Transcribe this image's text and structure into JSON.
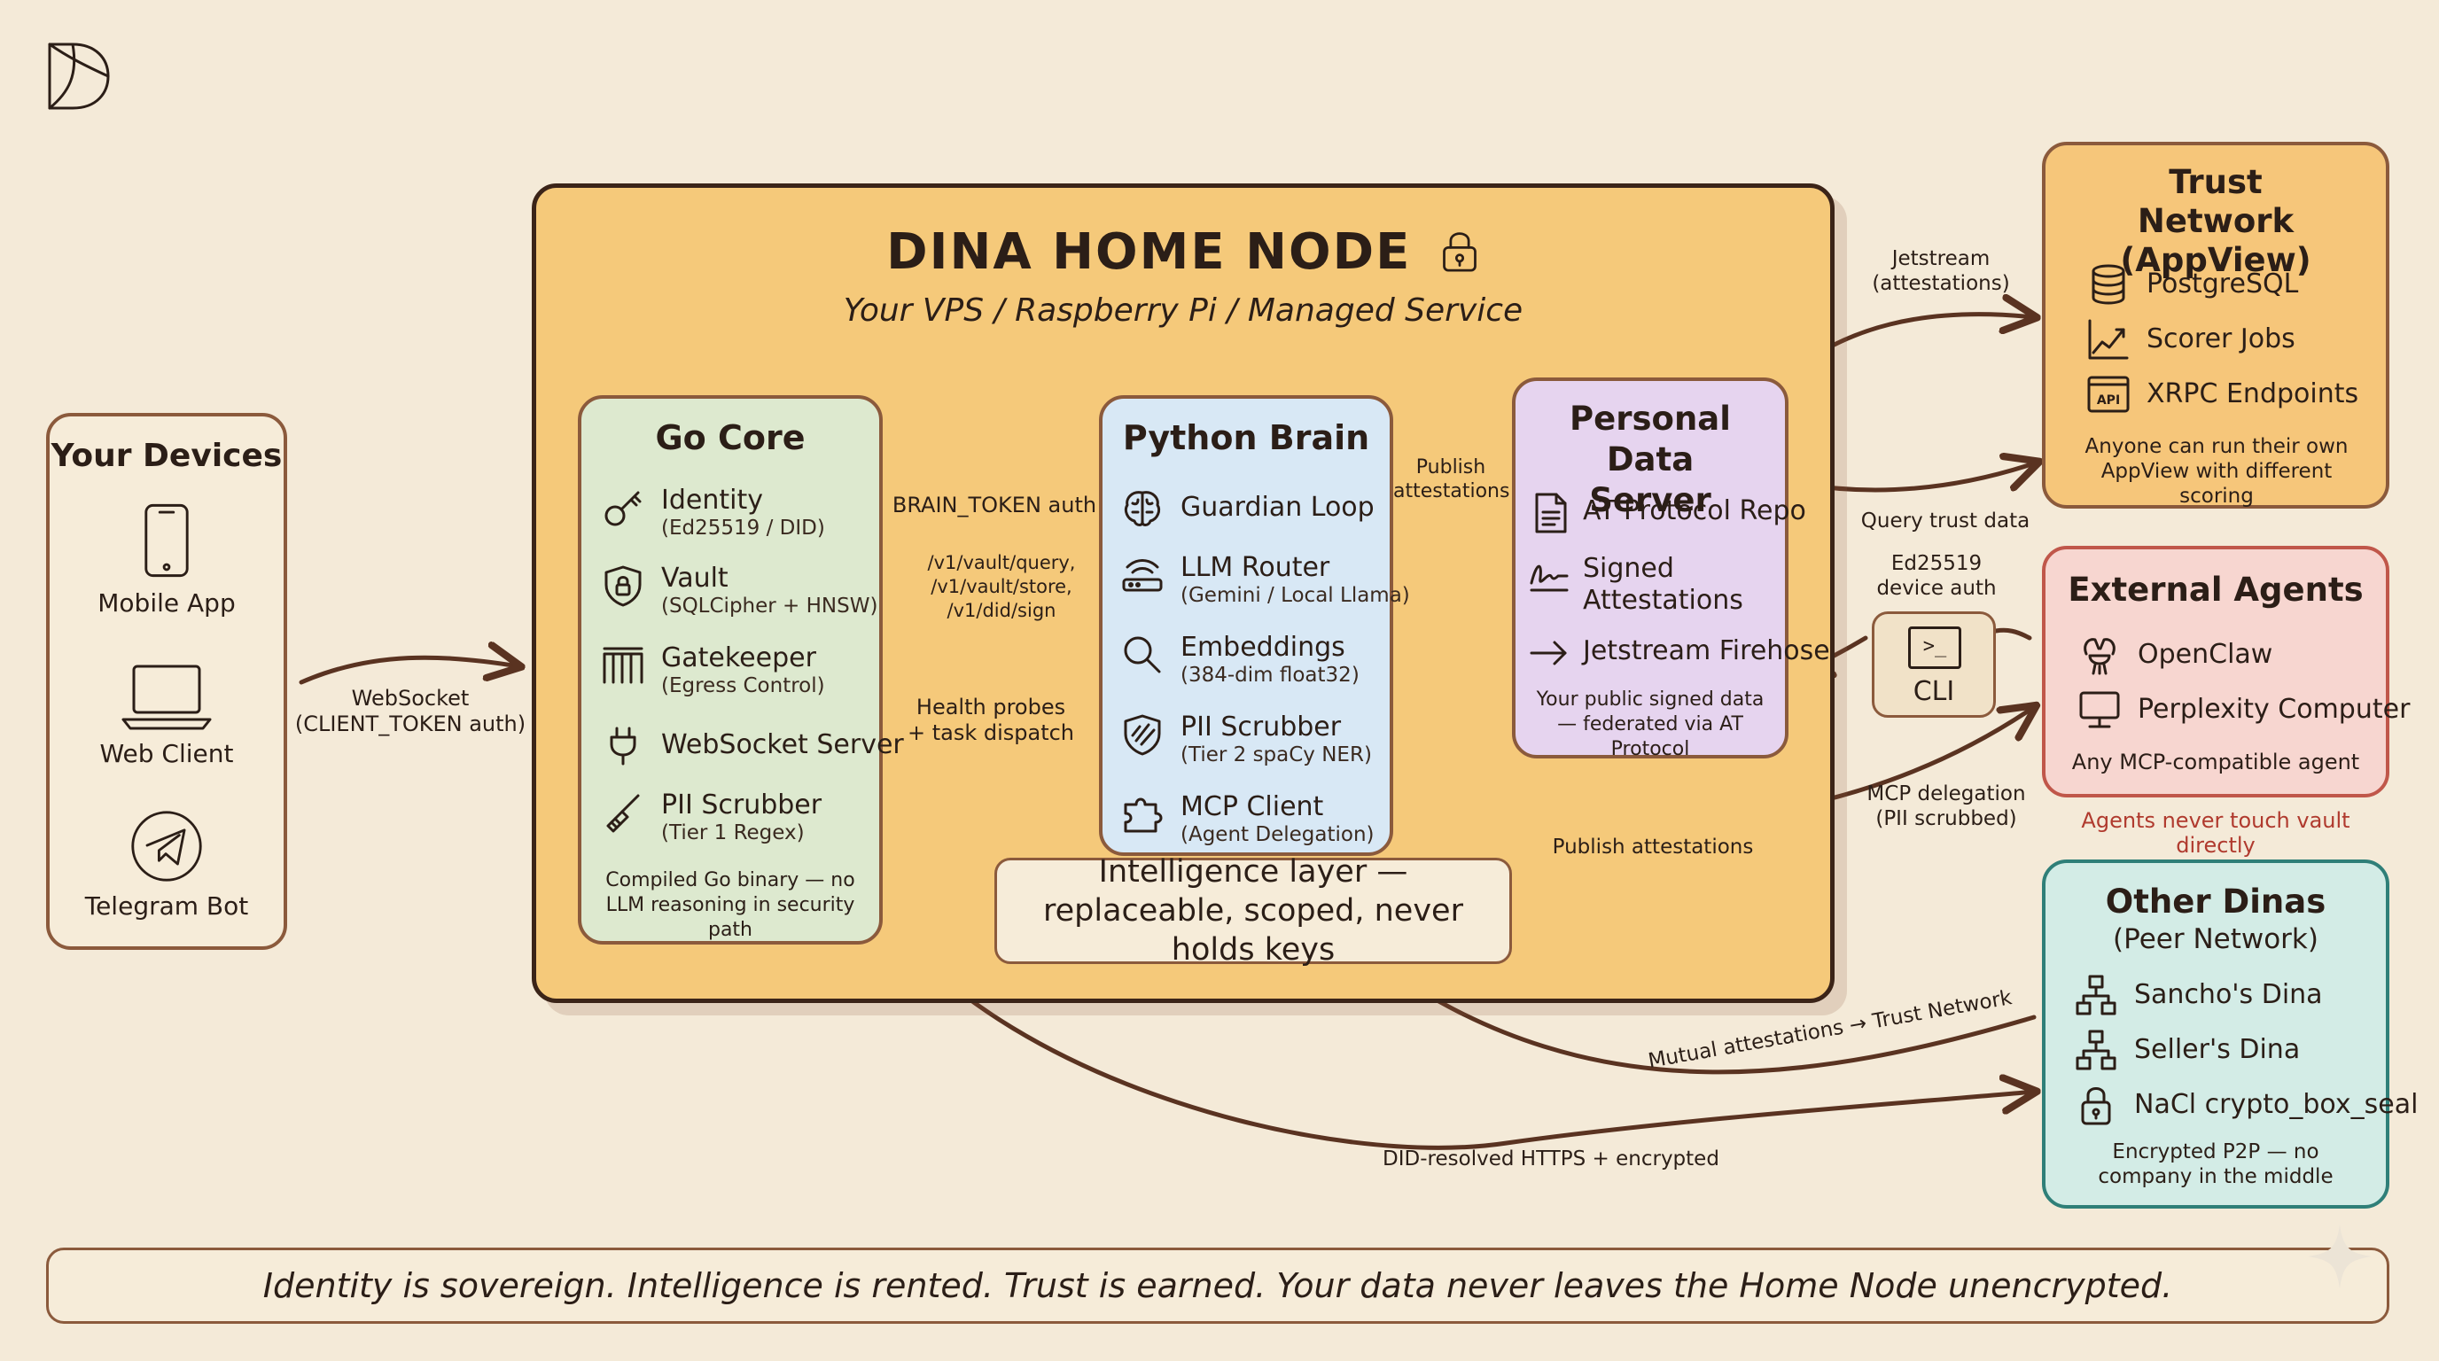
{
  "home_node": {
    "title": "DINA HOME NODE",
    "subtitle": "Your VPS / Raspberry Pi / Managed Service",
    "intelligence_note": "Intelligence layer — replaceable, scoped, never holds keys"
  },
  "devices": {
    "title": "Your Devices",
    "items": [
      "Mobile App",
      "Web Client",
      "Telegram Bot"
    ]
  },
  "go_core": {
    "title": "Go Core",
    "items": [
      {
        "label": "Identity",
        "sub": "(Ed25519 / DID)"
      },
      {
        "label": "Vault",
        "sub": "(SQLCipher + HNSW)"
      },
      {
        "label": "Gatekeeper",
        "sub": "(Egress Control)"
      },
      {
        "label": "WebSocket Server",
        "sub": ""
      },
      {
        "label": "PII Scrubber",
        "sub": "(Tier 1 Regex)"
      }
    ],
    "note": "Compiled Go binary — no LLM reasoning in security path"
  },
  "python_brain": {
    "title": "Python Brain",
    "items": [
      {
        "label": "Guardian Loop",
        "sub": ""
      },
      {
        "label": "LLM Router",
        "sub": "(Gemini / Local Llama)"
      },
      {
        "label": "Embeddings",
        "sub": "(384-dim float32)"
      },
      {
        "label": "PII Scrubber",
        "sub": "(Tier 2 spaCy NER)"
      },
      {
        "label": "MCP Client",
        "sub": "(Agent Delegation)"
      }
    ]
  },
  "pds": {
    "title": "Personal Data Server",
    "items": [
      "AT Protocol Repo",
      "Signed Attestations",
      "Jetstream Firehose"
    ],
    "note": "Your public signed data — federated via AT Protocol"
  },
  "trust_network": {
    "title": "Trust Network (AppView)",
    "items": [
      "PostgreSQL",
      "Scorer Jobs",
      "XRPC Endpoints"
    ],
    "note": "Anyone can run their own AppView with different scoring",
    "api_badge": "API"
  },
  "external_agents": {
    "title": "External Agents",
    "items": [
      "OpenClaw",
      "Perplexity Computer"
    ],
    "note": "Any MCP-compatible agent",
    "warning": "Agents never touch vault directly"
  },
  "other_dinas": {
    "title": "Other Dinas",
    "subtitle": "(Peer Network)",
    "items": [
      "Sancho's Dina",
      "Seller's Dina",
      "NaCl crypto_box_seal"
    ],
    "note": "Encrypted P2P — no company in the middle"
  },
  "cli": {
    "label": "CLI",
    "prompt": ">_"
  },
  "arrows": {
    "websocket": "WebSocket\n(CLIENT_TOKEN auth)",
    "brain_token": "BRAIN_TOKEN auth",
    "brain_paths": "/v1/vault/query,\n/v1/vault/store,\n/v1/did/sign",
    "health": "Health probes\n+ task dispatch",
    "publish": "Publish\nattestations",
    "jetstream": "Jetstream\n(attestations)",
    "query_trust": "Query trust data",
    "ed25519": "Ed25519\ndevice auth",
    "mcp_delegation": "MCP delegation\n(PII scrubbed)",
    "publish_attestations": "Publish attestations",
    "mutual": "Mutual attestations → Trust Network",
    "did_https": "DID-resolved HTTPS + encrypted"
  },
  "footer": "Identity is sovereign. Intelligence is rented. Trust is earned. Your data never leaves the Home Node unencrypted.",
  "colors": {
    "background": "#f4ead8",
    "home_node": "#f5c97a",
    "go_core": "#dde9cf",
    "python_brain": "#d8e8f5",
    "pds": "#e6d4ef",
    "trust_network": "#f6c67a",
    "external_agents": "#f7d6d0",
    "other_dinas": "#d3ece6",
    "warning": "#b03a2e"
  }
}
